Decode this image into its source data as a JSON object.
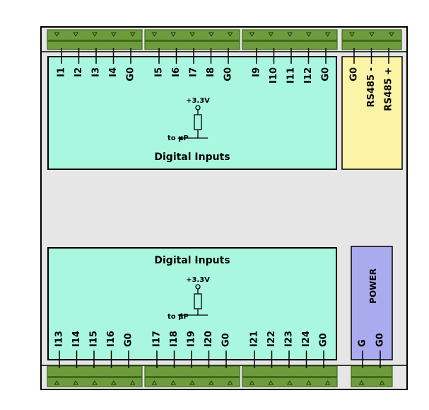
{
  "colors": {
    "housing": "#e6e6e6",
    "terminal": "#6e9b3c",
    "terminal_dark": "#3f6b1e",
    "input_block": "#a9f7de",
    "rs485_block": "#fbf3a5",
    "power_block": "#aaaaee",
    "outline": "#000000"
  },
  "top_block": {
    "title": "Digital Inputs",
    "groups": [
      [
        "I1",
        "I2",
        "I3",
        "I4",
        "G0"
      ],
      [
        "I5",
        "I6",
        "I7",
        "I8",
        "G0"
      ],
      [
        "I9",
        "I10",
        "I11",
        "I12",
        "G0"
      ]
    ],
    "supply_label": "+3.3V",
    "mcu_label": "to µP"
  },
  "bottom_block": {
    "title": "Digital Inputs",
    "groups": [
      [
        "I13",
        "I14",
        "I15",
        "I16",
        "G0"
      ],
      [
        "I17",
        "I18",
        "I19",
        "I20",
        "G0"
      ],
      [
        "I21",
        "I22",
        "I23",
        "I24",
        "G0"
      ]
    ],
    "supply_label": "+3.3V",
    "mcu_label": "to µP"
  },
  "rs485_block": {
    "pins": [
      "G0",
      "RS485 -",
      "RS485 +"
    ]
  },
  "power_block": {
    "title": "POWER",
    "pins": [
      "G",
      "G0"
    ]
  }
}
